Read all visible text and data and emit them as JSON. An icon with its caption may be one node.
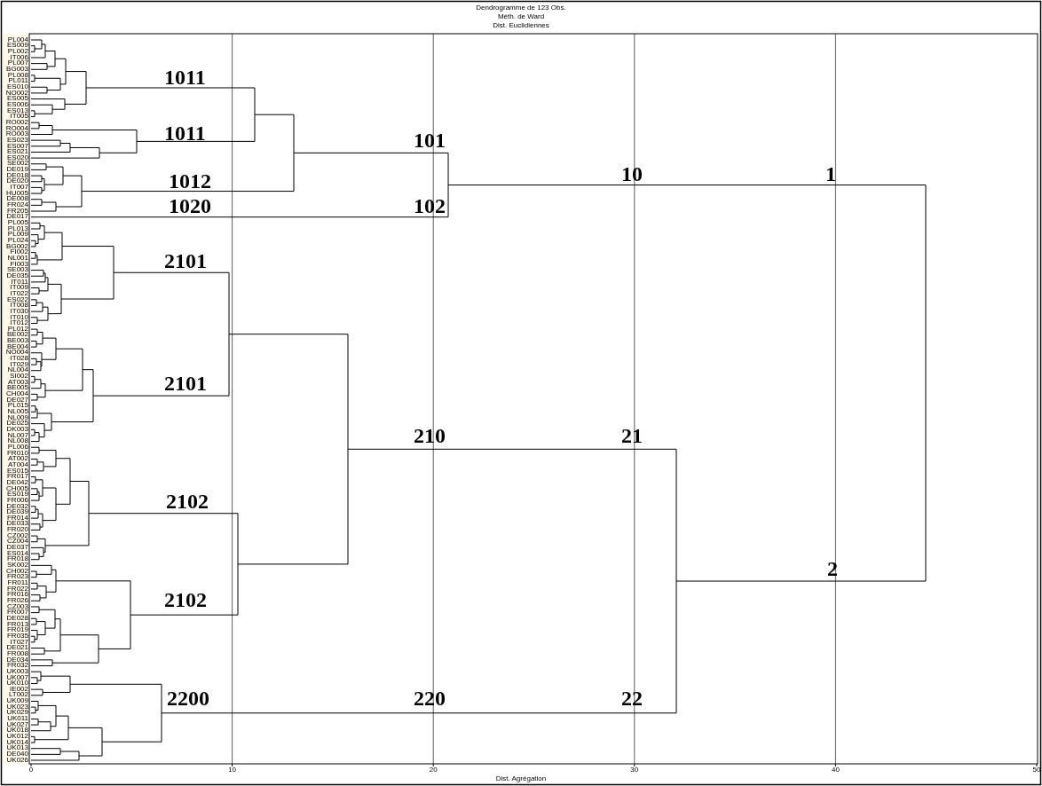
{
  "diagram": {
    "title": "Dendrogramme de 123 Obs.",
    "labels": [
      "Méth. de Ward",
      "Dist. Euclidiennes",
      "PL004",
      "ES009",
      "PL002",
      "IT006",
      "PL007",
      "BG003",
      "PL008",
      "PL011",
      "ES010",
      "NO002",
      "ES005",
      "ES006",
      "ES013",
      "IT005",
      "RO002",
      "RO004",
      "RO003",
      "ES023",
      "ES007",
      "ES021",
      "ES020",
      "SE002",
      "DE019",
      "DE018",
      "DE020",
      "IT007",
      "HU005",
      "DE008",
      "FR024",
      "FR205",
      "DE017",
      "PL005",
      "PL013",
      "PL009",
      "PL024",
      "BG002",
      "FI002",
      "NL001",
      "FI003",
      "SE003",
      "DE035",
      "IT011",
      "IT009",
      "IT022",
      "ES022",
      "IT008",
      "IT030",
      "IT010",
      "IT012",
      "PL012",
      "BE002",
      "BE003",
      "BE004",
      "NO004",
      "IT028",
      "IT029",
      "NL004",
      "SI002",
      "AT003",
      "BE005",
      "CH004",
      "DE027",
      "PL015",
      "NL005",
      "NL009",
      "DE025",
      "DK003",
      "NL007",
      "NL008",
      "PL006",
      "FR010",
      "AT002",
      "AT004",
      "ES015",
      "FR017",
      "DE042",
      "CH005",
      "ES019",
      "FR006",
      "DE032",
      "DE039",
      "FR014",
      "DE033",
      "FR020",
      "CZ002",
      "CZ004",
      "DE037",
      "ES014",
      "FR018",
      "SK002",
      "CH002",
      "FR023",
      "FR011",
      "FR022",
      "FR016",
      "FR026",
      "CZ003",
      "FR007",
      "DE028",
      "FR013",
      "FR019",
      "FR035",
      "IT027",
      "DE021",
      "FR008",
      "DE034",
      "FR032",
      "UK003",
      "UK007",
      "UK010",
      "IE002",
      "LT002",
      "UK009",
      "UK023",
      "UK029",
      "UK011",
      "UK027",
      "UK018",
      "UK012",
      "UK014",
      "UK013",
      "DE040",
      "UK026",
      "1011",
      "1011",
      "1012",
      "1020",
      "101",
      "102",
      "10",
      "1",
      "2101",
      "2101",
      "210",
      "21",
      "2102",
      "2102",
      "2200",
      "220",
      "22",
      "2",
      "0",
      "10",
      "20",
      "30",
      "40",
      "50",
      "Dist. Agrégation"
    ]
  }
}
